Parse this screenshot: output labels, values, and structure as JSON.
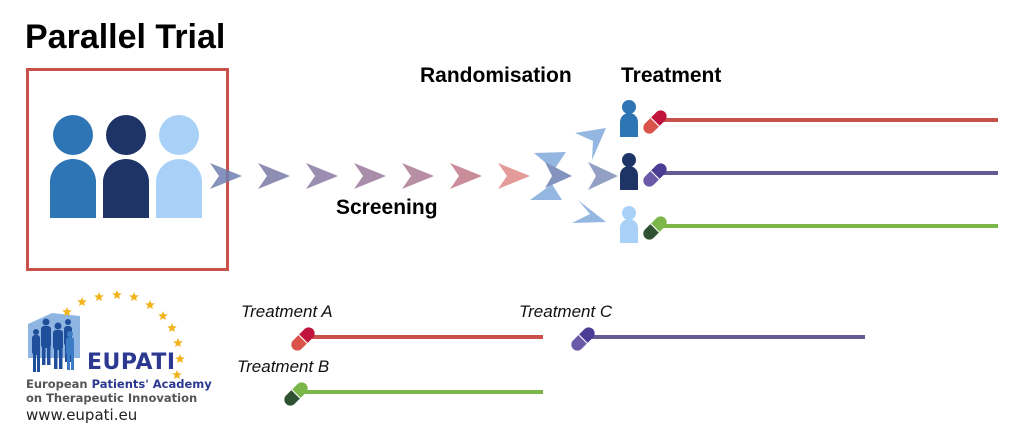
{
  "title": "Parallel Trial",
  "stages": {
    "screening": "Screening",
    "randomisation": "Randomisation",
    "treatment": "Treatment"
  },
  "participants": [
    {
      "name": "participant-1",
      "color": "#2e75b6"
    },
    {
      "name": "participant-2",
      "color": "#1f3466"
    },
    {
      "name": "participant-3",
      "color": "#a9d1f7"
    }
  ],
  "arms": [
    {
      "participant_color": "#2e75b6",
      "pill_top": "#c0143c",
      "pill_bottom": "#d9534a",
      "line": "#c9504b"
    },
    {
      "participant_color": "#1f3466",
      "pill_top": "#4b3c96",
      "pill_bottom": "#6b5aa8",
      "line": "#665a93"
    },
    {
      "participant_color": "#a9d1f7",
      "pill_top": "#7ab648",
      "pill_bottom": "#2f5233",
      "line": "#7ab648"
    }
  ],
  "legend": [
    {
      "label": "Treatment A",
      "pill_top": "#c0143c",
      "pill_bottom": "#d9534a",
      "line": "#c9504b"
    },
    {
      "label": "Treatment B",
      "pill_top": "#7ab648",
      "pill_bottom": "#2f5233",
      "line": "#7ab648"
    },
    {
      "label": "Treatment C",
      "pill_top": "#4b3c96",
      "pill_bottom": "#6b5aa8",
      "line": "#665a93"
    }
  ],
  "screening_arrows": [
    "#6e7fb0",
    "#7a7aa8",
    "#8a7aa2",
    "#9a7a9c",
    "#aa7a94",
    "#c07a88",
    "#e08a88"
  ],
  "logo": {
    "name": "EUPATI",
    "line1_a": "European ",
    "line1_b": "Patients' Academy",
    "line2": "on Therapeutic Innovation",
    "url": "www.eupati.eu"
  },
  "colors": {
    "frame": "#c9504b",
    "randomisation_arrow": "#6fa0d6",
    "brand_blue": "#2b3990",
    "star": "#f2b21b"
  }
}
